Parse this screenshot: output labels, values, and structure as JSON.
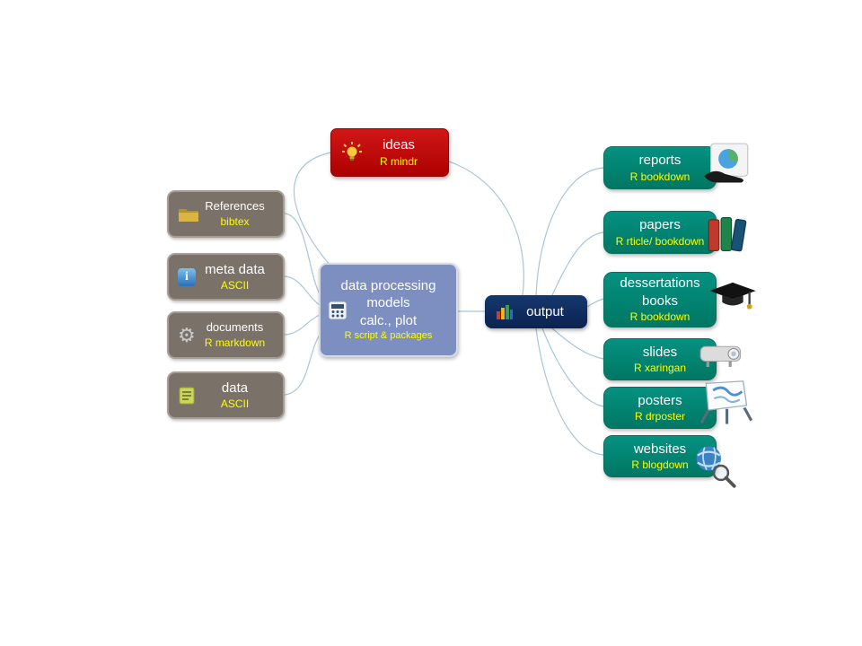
{
  "diagram": {
    "colors": {
      "background": "#ffffff",
      "input_box": "#7a7168",
      "ideas_box": "#c00000",
      "processing_box": "#7d8ec0",
      "output_box": "#0e2b5e",
      "output_item_box": "#00836f",
      "main_text": "#ffffff",
      "sub_text": "#ffff00",
      "connector": "#a9c6d8"
    },
    "glyphs": {
      "info": "i",
      "gear": "⚙"
    },
    "nodes": {
      "ideas": {
        "label": "ideas",
        "sub": "R mindr",
        "icon": "lightbulb-icon"
      },
      "references": {
        "label": "References",
        "sub": "bibtex",
        "icon": "folder-icon"
      },
      "meta_data": {
        "label": "meta data",
        "sub": "ASCII",
        "icon": "info-icon"
      },
      "documents": {
        "label": "documents",
        "sub": "R markdown",
        "icon": "gear-icon"
      },
      "data": {
        "label": "data",
        "sub": "ASCII",
        "icon": "notepad-icon"
      },
      "processing": {
        "line1": "data processing",
        "line2": "models",
        "line3": "calc., plot",
        "sub": "R script & packages",
        "icon": "calculator-icon"
      },
      "output": {
        "label": "output",
        "icon": "bar-chart-icon"
      },
      "reports": {
        "label": "reports",
        "sub": "R bookdown",
        "icon": "pie-chart-hand-icon"
      },
      "papers": {
        "label": "papers",
        "sub": "R rticle/ bookdown",
        "icon": "books-icon"
      },
      "dessertations": {
        "label1": "dessertations",
        "label2": "books",
        "sub": "R bookdown",
        "icon": "graduation-cap-icon"
      },
      "slides": {
        "label": "slides",
        "sub": "R xaringan",
        "icon": "projector-icon"
      },
      "posters": {
        "label": "posters",
        "sub": "R drposter",
        "icon": "easel-icon"
      },
      "websites": {
        "label": "websites",
        "sub": "R blogdown",
        "icon": "globe-search-icon"
      }
    },
    "edges": [
      {
        "from": "references",
        "to": "processing"
      },
      {
        "from": "meta_data",
        "to": "processing"
      },
      {
        "from": "documents",
        "to": "processing"
      },
      {
        "from": "data",
        "to": "processing"
      },
      {
        "from": "ideas",
        "to": "processing"
      },
      {
        "from": "ideas",
        "to": "output"
      },
      {
        "from": "processing",
        "to": "output"
      },
      {
        "from": "output",
        "to": "reports"
      },
      {
        "from": "output",
        "to": "papers"
      },
      {
        "from": "output",
        "to": "dessertations"
      },
      {
        "from": "output",
        "to": "slides"
      },
      {
        "from": "output",
        "to": "posters"
      },
      {
        "from": "output",
        "to": "websites"
      }
    ]
  }
}
